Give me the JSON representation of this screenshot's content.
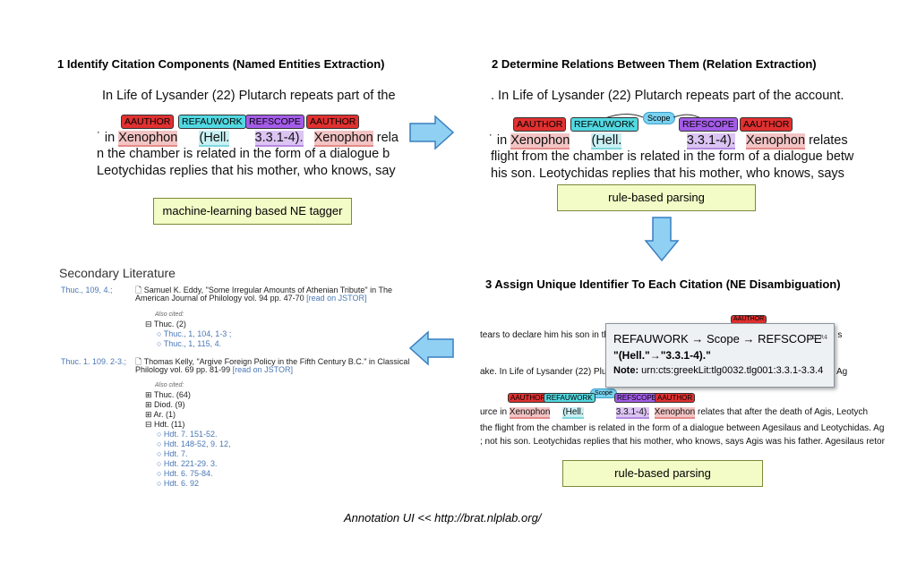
{
  "step1": {
    "title": "1 Identify Citation Components (Named Entities Extraction)",
    "line1": "In Life of Lysander (22) Plutarch repeats part of the",
    "tags": [
      "AAUTHOR",
      "REFAUWORK",
      "REFSCOPE",
      "AAUTHOR"
    ],
    "line2_prefix": "˙ in",
    "ent_author1": "Xenophon",
    "ent_work": "(Hell.",
    "ent_scope": "3.3.1-4).",
    "ent_author2": "Xenophon",
    "line2_suffix": "rela",
    "line3": "n the chamber is related in the form of a dialogue b",
    "line4": "Leotychidas replies that his mother, who knows, say",
    "box": "machine-learning based NE tagger"
  },
  "step2": {
    "title": "2 Determine Relations Between Them (Relation Extraction)",
    "line1": ". In Life of Lysander (22) Plutarch repeats part of the account.",
    "tags": [
      "AAUTHOR",
      "REFAUWORK",
      "REFSCOPE",
      "AAUTHOR"
    ],
    "scope": "Scope",
    "line2_prefix": "˙ in",
    "ent_author1": "Xenophon",
    "ent_work": "(Hell.",
    "ent_scope": "3.3.1-4).",
    "ent_author2": "Xenophon",
    "line2_suffix": "relates",
    "line3": "flight from the chamber is related in the form of a dialogue betw",
    "line4": "his son. Leotychidas replies that his mother, who knows, says",
    "box": "rule-based parsing"
  },
  "step3": {
    "title": "3 Assign Unique Identifier To Each Citation (NE Disambiguation)",
    "line1": "tears to declare him his son in the p",
    "line1_end": "e s",
    "top_tag": "AAUTHOR",
    "tooltip": {
      "relation": "REFAUWORK → Scope → REFSCOPE",
      "id": "ID:R4",
      "pair": "\"(Hell.\"→\"3.3.1-4).\"",
      "note_label": "Note:",
      "note_value": "urn:cts:greekLit:tlg0032.tlg001:3.3.1-3.3.4"
    },
    "line2": "ake. In Life of Lysander (22) Plutarc",
    "line2_end": "Ag",
    "tags": [
      "AAUTHOR",
      "REFAUWORK",
      "REFSCOPE",
      "AAUTHOR"
    ],
    "scope": "Scope",
    "line3_prefix": "urce in",
    "ent_author1": "Xenophon",
    "ent_work": "(Hell.",
    "ent_scope": "3.3.1-4).",
    "ent_author2": "Xenophon",
    "line3_suffix": "relates that after the death of Agis, Leotych",
    "line4": "the flight from the chamber is related in the form of a dialogue between Agesilaus and Leotychidas. Ag",
    "line5": "; not his son. Leotychidas replies that his mother, who knows, says Agis was his father. Agesilaus retor",
    "box": "rule-based parsing"
  },
  "secondary": {
    "heading": "Secondary Literature",
    "entries": [
      {
        "ref": "Thuc., 109, 4.;",
        "text1": "Samuel K. Eddy, \"Some Irregular Amounts of Athenian Tribute\" in The",
        "text2": "American Journal of Philology vol. 94 pp. 47-70",
        "link": "[read on JSTOR]",
        "also": "Also cited:",
        "tree": [
          "⊟ Thuc. (2)",
          "○ Thuc., 1, 104, 1-3 ;",
          "○ Thuc., 1, 115, 4."
        ]
      },
      {
        "ref": "Thuc. 1. 109. 2-3.;",
        "text1": "Thomas Kelly, \"Argive Foreign Policy in the Fifth Century B.C.\" in Classical",
        "text2": "Philology vol. 69 pp. 81-99",
        "link": "[read on JSTOR]",
        "also": "Also cited:",
        "tree": [
          "⊞ Thuc. (64)",
          "⊞ Diod. (9)",
          "⊞ Ar. (1)",
          "⊟ Hdt. (11)",
          "○ Hdt. 7. 151-52.",
          "○ Hdt. 148-52, 9. 12,",
          "○ Hdt. 7.",
          "○ Hdt. 221-29. 3.",
          "○ Hdt. 6. 75-84.",
          "○ Hdt. 6. 92"
        ]
      }
    ]
  },
  "caption": "Annotation UI << http://brat.nlplab.org/",
  "colors": {
    "arrow_fill": "#8fd0f3",
    "arrow_stroke": "#3a7fc0",
    "note_fill": "#f3fbc7"
  }
}
